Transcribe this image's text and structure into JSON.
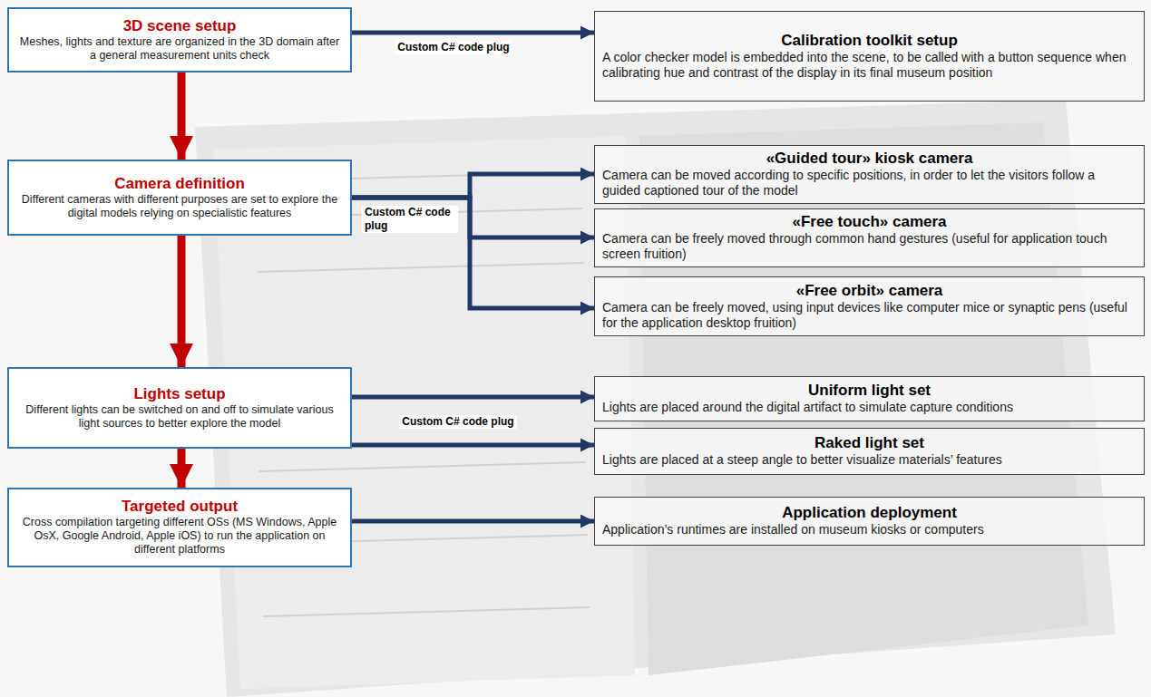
{
  "diagram": {
    "nodes": [
      {
        "text": [
          "3D scene setup",
          "Meshes, lights and texture are organized in the 3D domain after a general measurement units check"
        ]
      },
      {
        "text": [
          "Calibration toolkit setup",
          "A color checker model is embedded into the scene, to be called with a button sequence when calibrating hue and contrast of the display in its final museum position"
        ]
      },
      {
        "text": [
          "Camera definition",
          "Different cameras with different purposes are set to explore the digital models relying on specialistic features"
        ]
      },
      {
        "text": [
          "«Guided tour» kiosk camera",
          "Camera can be moved according to specific positions, in order to let the visitors follow a guided captioned tour of the model"
        ]
      },
      {
        "text": [
          "«Free touch» camera",
          "Camera can be freely moved through common hand gestures (useful for application touch screen fruition)"
        ]
      },
      {
        "text": [
          "«Free orbit» camera",
          "Camera can be freely moved, using input devices like computer mice or synaptic pens (useful for the application desktop fruition)"
        ]
      },
      {
        "text": [
          "Lights setup",
          "Different lights can be switched on and off to simulate various light sources to better explore the model"
        ]
      },
      {
        "text": [
          "Uniform light set",
          "Lights are placed around the digital artifact to simulate capture conditions"
        ]
      },
      {
        "text": [
          "Raked light set",
          "Lights are placed at a steep angle to better visualize materials’ features"
        ]
      },
      {
        "text": [
          "Targeted output",
          "Cross compilation targeting different OSs (MS Windows, Apple OsX, Google Android, Apple iOS) to run the application on different platforms"
        ]
      },
      {
        "text": [
          "Application deployment",
          "Application’s runtimes are installed on museum kiosks or computers"
        ]
      }
    ],
    "edges": [
      {
        "from": 0,
        "to": 1,
        "arrow": "to",
        "label": "Custom C# code plug"
      },
      {
        "from": 0,
        "to": 2,
        "arrow": "to"
      },
      {
        "from": 2,
        "to": 3,
        "arrow": "to"
      },
      {
        "from": 2,
        "to": 4,
        "arrow": "to",
        "label": "Custom C# code plug"
      },
      {
        "from": 2,
        "to": 5,
        "arrow": "to"
      },
      {
        "from": 2,
        "to": 6,
        "arrow": "to"
      },
      {
        "from": 6,
        "to": 7,
        "arrow": "to"
      },
      {
        "from": 6,
        "to": 8,
        "arrow": "to",
        "label": "Custom C# code plug"
      },
      {
        "from": 6,
        "to": 9,
        "arrow": "to"
      },
      {
        "from": 9,
        "to": 10,
        "arrow": "to"
      }
    ]
  }
}
